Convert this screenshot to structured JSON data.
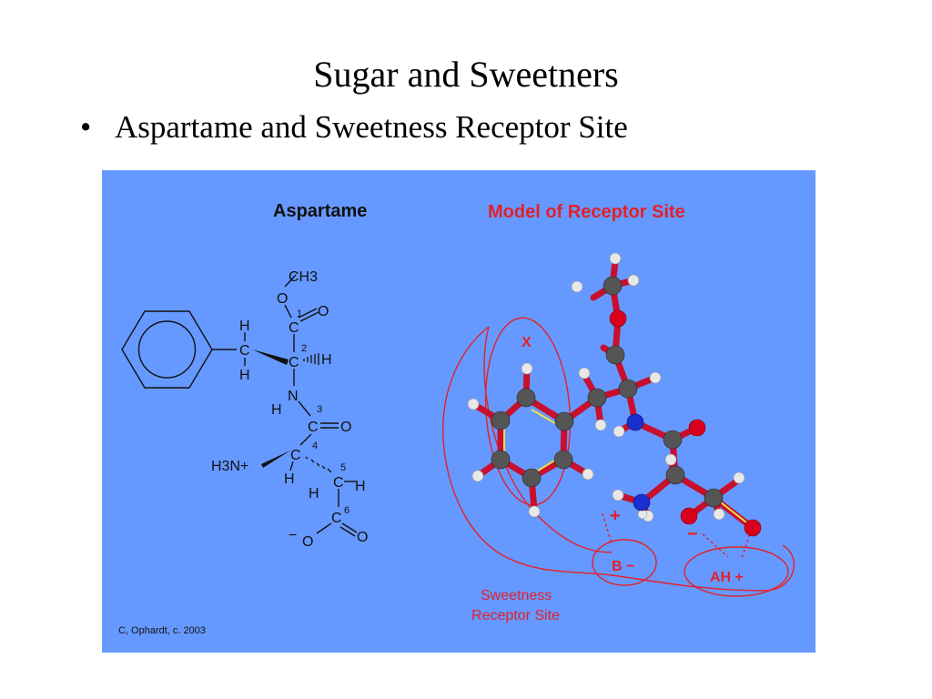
{
  "slide": {
    "title": "Sugar and Sweetners",
    "bullet_symbol": "•",
    "bullet_text": "Aspartame and Sweetness Receptor Site"
  },
  "figure": {
    "background_color": "#6699ff",
    "left_title": "Aspartame",
    "right_title": "Model of Receptor Site",
    "credit": "C, Ophardt, c. 2003",
    "structure_labels": {
      "ch3": "CH3",
      "o_ester": "O",
      "o_carbonyl1": "O",
      "c1": "C",
      "n1": "1",
      "h_top": "H",
      "h_bottom": "H",
      "c_benzyl": "C",
      "c2": "C",
      "n2": "2",
      "h_c2": "H",
      "nh": "N",
      "h_nh": "H",
      "n3": "3",
      "c3": "C",
      "o3": "O",
      "h3n": "H3N+",
      "c4": "C",
      "n4": "4",
      "h_c4": "H",
      "n5": "5",
      "c5": "C",
      "h_c5a": "H",
      "h_c5b": "H",
      "n6": "6",
      "c6": "C",
      "o6": "O",
      "o_minus": "O",
      "minus": "−"
    },
    "receptor_labels": {
      "x": "X",
      "b_minus": "B −",
      "ah_plus": "AH +",
      "plus": "+",
      "minus": "−",
      "site_line1": "Sweetness",
      "site_line2": "Receptor Site"
    },
    "colors": {
      "receptor_red": "#e3202a",
      "bond_red": "#c8102e",
      "carbon_grey": "#555555",
      "nitrogen_blue": "#1a2fd0",
      "oxygen_red": "#d8001c",
      "hydrogen_white": "#e8e8e8",
      "aromatic_yellow": "#e6e14a"
    }
  }
}
